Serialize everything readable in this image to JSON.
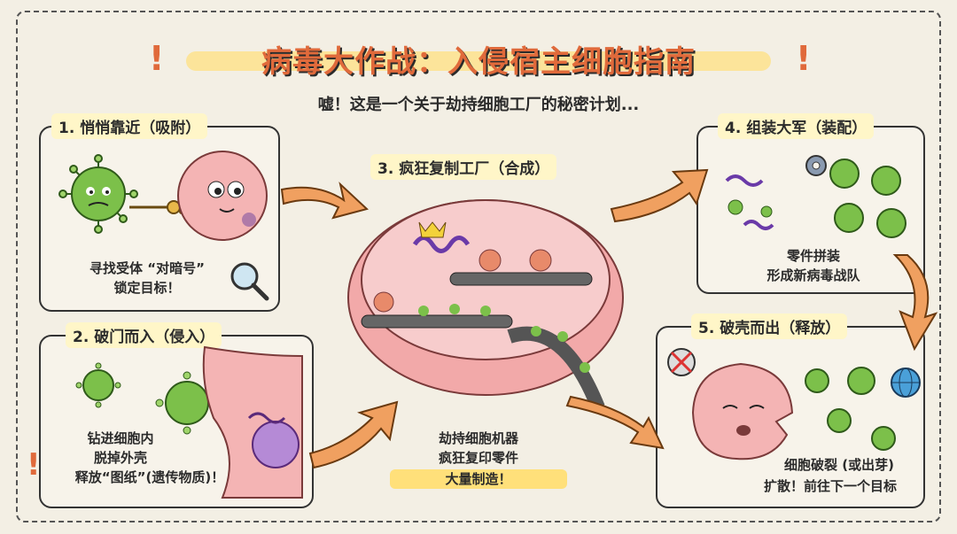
{
  "title": "病毒大作战：入侵宿主细胞指南",
  "subtitle": "嘘！这是一个关于劫持细胞工厂的秘密计划...",
  "steps": [
    {
      "title": "1. 悄悄靠近（吸附）",
      "caption_lines": [
        "寻找受体 “对暗号”",
        "锁定目标！"
      ]
    },
    {
      "title": "2. 破门而入（侵入）",
      "caption_lines": [
        "钻进细胞内",
        "脱掉外壳",
        "释放“图纸”(遗传物质)！"
      ]
    },
    {
      "title": "3. 疯狂复制工厂（合成）",
      "caption_lines": [
        "劫持细胞机器",
        "疯狂复印零件",
        "大量制造！"
      ]
    },
    {
      "title": "4. 组装大军（装配）",
      "caption_lines": [
        "零件拼装",
        "形成新病毒战队"
      ]
    },
    {
      "title": "5. 破壳而出（释放）",
      "caption_lines": [
        "细胞破裂 (或出芽)",
        "扩散！前往下一个目标"
      ]
    }
  ],
  "colors": {
    "virus": "#7cc04a",
    "cell": "#f4b4b4",
    "arrow": "#f0a060",
    "title": "#e06a3b",
    "highlight": "#fff6c8"
  },
  "icons": [
    "virus-icon",
    "key-icon",
    "lock-icon",
    "magnifier-icon",
    "gear-icon",
    "skull-icon",
    "globe-icon",
    "crown-icon",
    "conveyor-belt-icon"
  ]
}
